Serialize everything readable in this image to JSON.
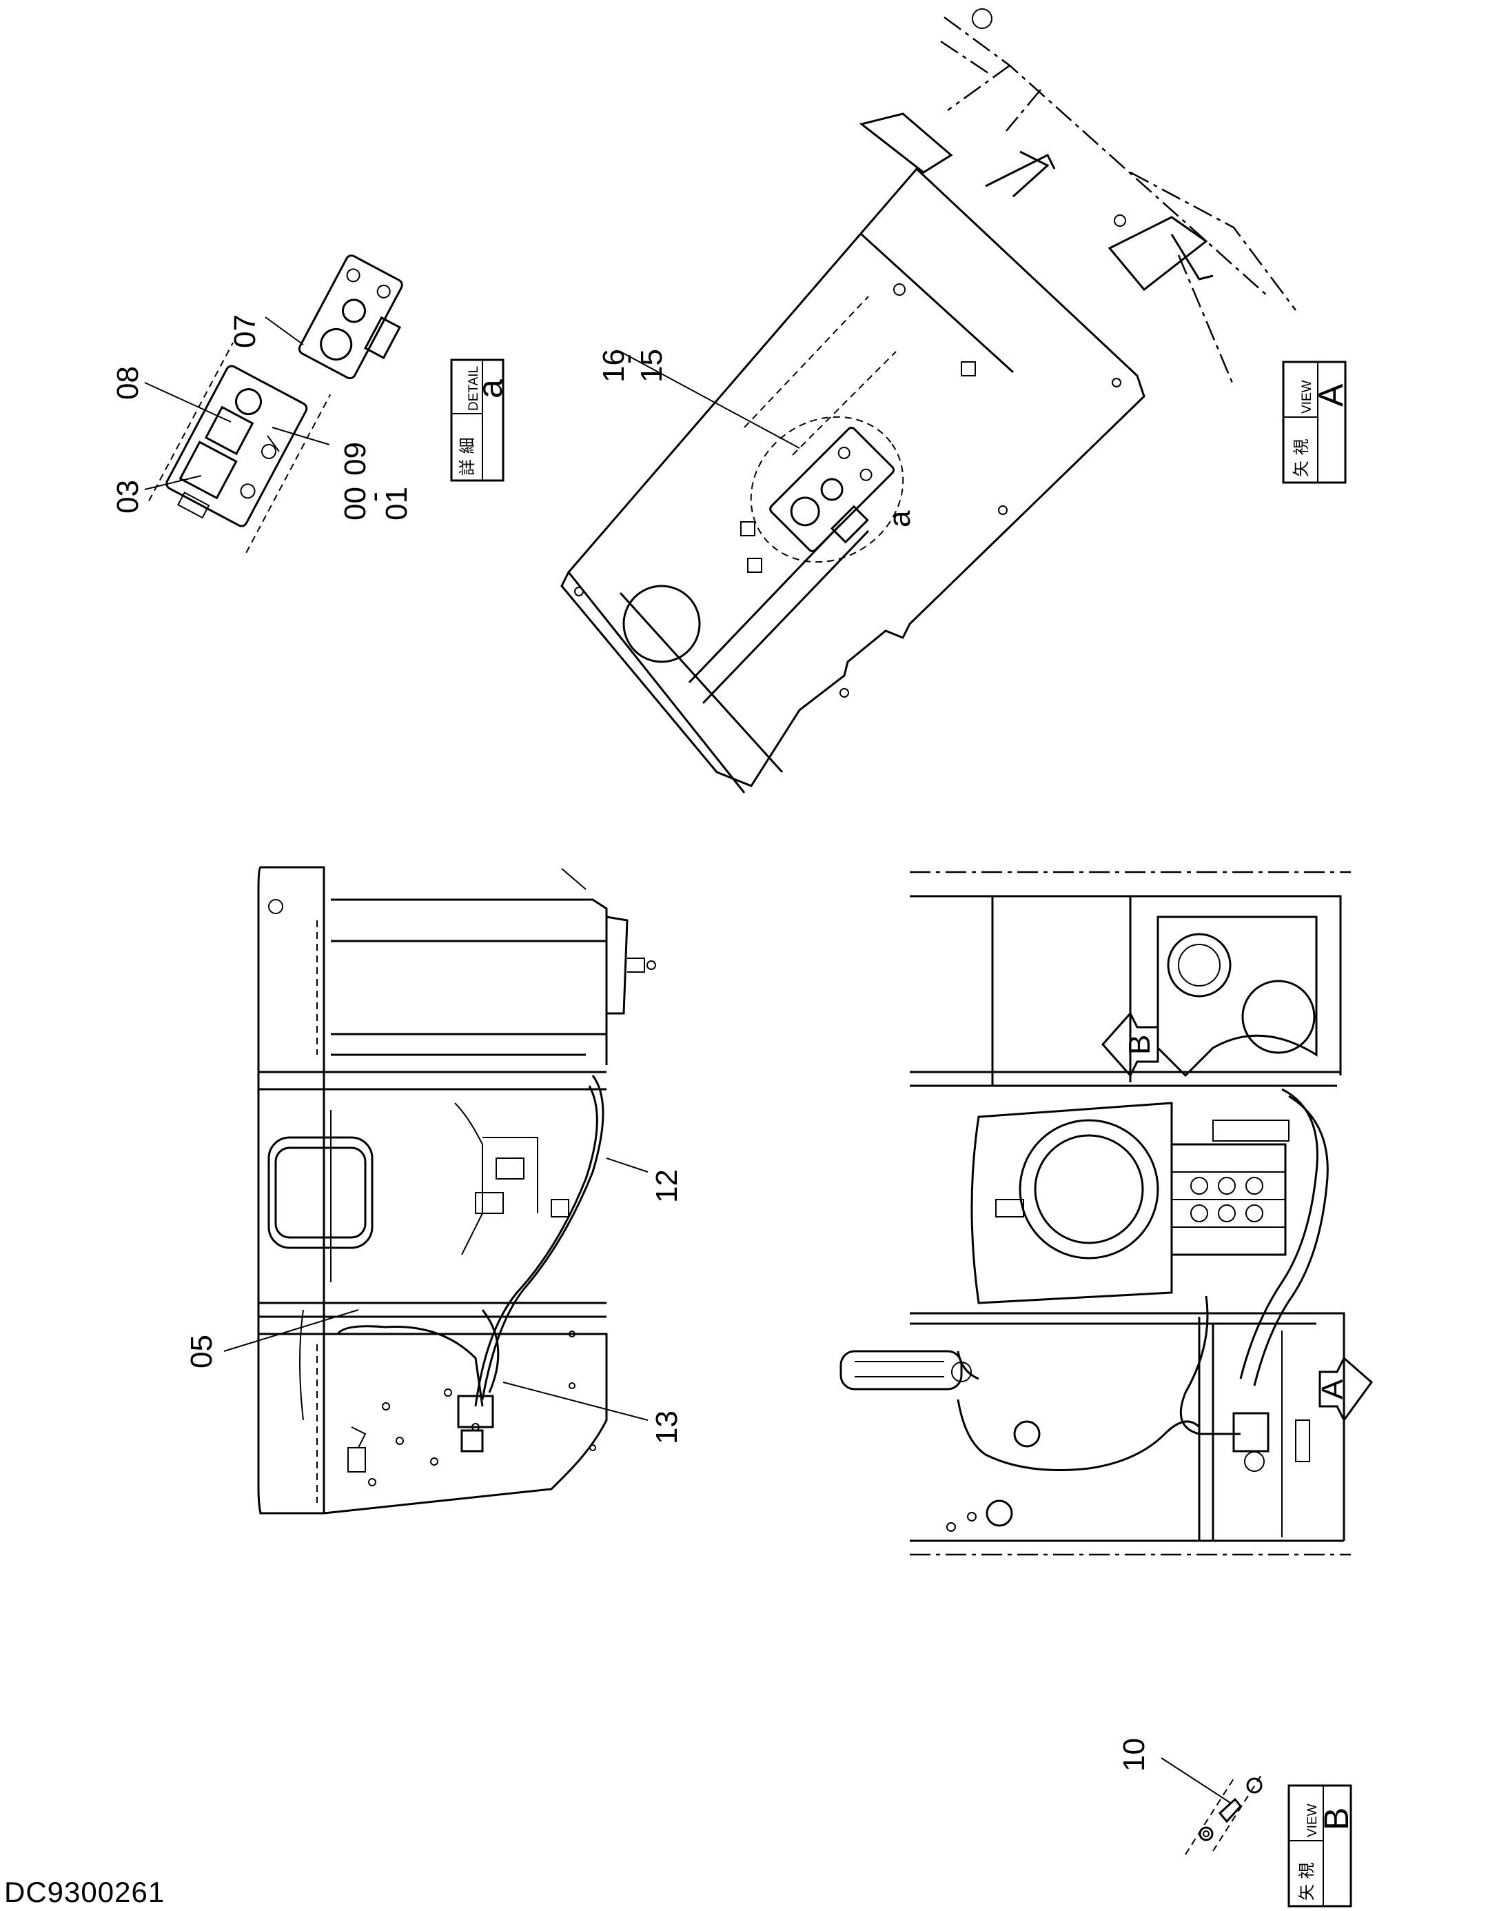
{
  "drawing_code": "DC9300261",
  "callouts": {
    "c00": "00",
    "c01": "01",
    "c03": "03",
    "c05": "05",
    "c07": "07",
    "c08": "08",
    "c09": "09",
    "c10": "10",
    "c12": "12",
    "c13": "13",
    "c15": "15",
    "c16": "16",
    "dash": "-"
  },
  "detail_marker": "a",
  "view_labels": {
    "detail_box": {
      "jp": "詳 細",
      "en": "DETAIL",
      "letter": "a"
    },
    "view_a_box": {
      "jp": "矢 視",
      "en": "VIEW",
      "letter": "A"
    },
    "view_b_box": {
      "jp": "矢 視",
      "en": "VIEW",
      "letter": "B"
    }
  },
  "arrow_letters": {
    "a": "A",
    "b": "B"
  }
}
